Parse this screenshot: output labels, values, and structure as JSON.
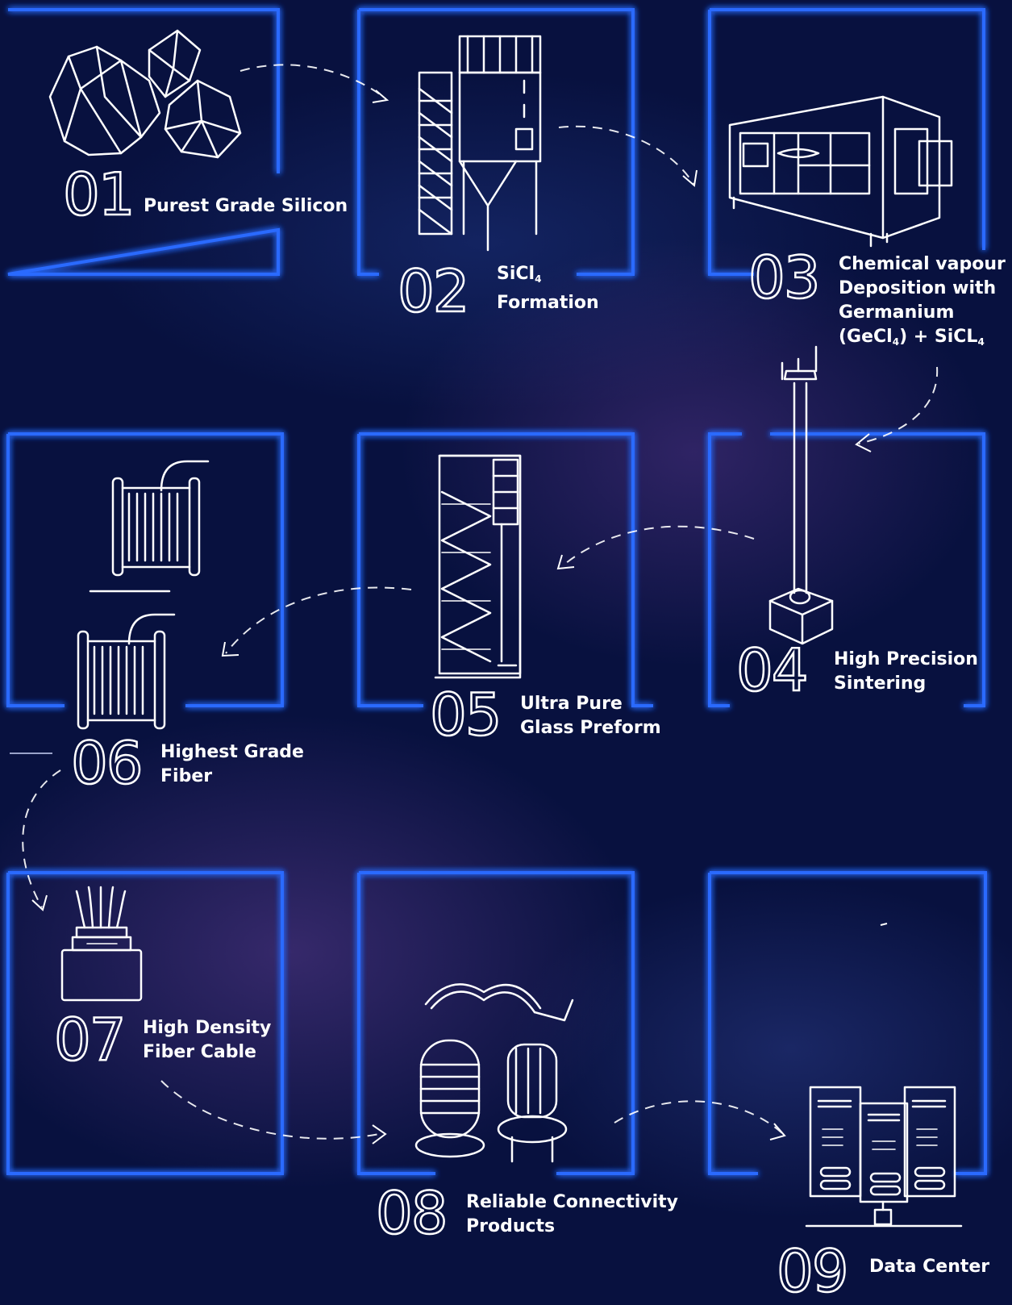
{
  "colors": {
    "background": "#08113f",
    "frame_glow": "#1a5cff",
    "foreground": "#ffffff"
  },
  "steps": [
    {
      "number": "01",
      "lines": [
        "Purest Grade Silicon"
      ],
      "icon": "silicon-crystals-icon"
    },
    {
      "number": "02",
      "lines": [
        "SiCl",
        "Formation"
      ],
      "sub": "4",
      "icon": "silo-tank-icon"
    },
    {
      "number": "03",
      "lines": [
        "Chemical vapour",
        "Deposition with",
        "Germanium",
        "(GeCl",
        ") + SiCL"
      ],
      "sub": "4",
      "icon": "cvd-machine-icon"
    },
    {
      "number": "04",
      "lines": [
        "High Precision",
        "Sintering"
      ],
      "icon": "sintering-rod-icon"
    },
    {
      "number": "05",
      "lines": [
        "Ultra Pure",
        "Glass Preform"
      ],
      "icon": "draw-tower-icon"
    },
    {
      "number": "06",
      "lines": [
        "Highest Grade",
        "Fiber"
      ],
      "icon": "fiber-spool-icon"
    },
    {
      "number": "07",
      "lines": [
        "High Density",
        "Fiber Cable"
      ],
      "icon": "fiber-cable-icon"
    },
    {
      "number": "08",
      "lines": [
        "Reliable Connectivity",
        "Products"
      ],
      "icon": "connectivity-products-icon"
    },
    {
      "number": "09",
      "lines": [
        "Data Center"
      ],
      "icon": "server-rack-icon"
    }
  ]
}
